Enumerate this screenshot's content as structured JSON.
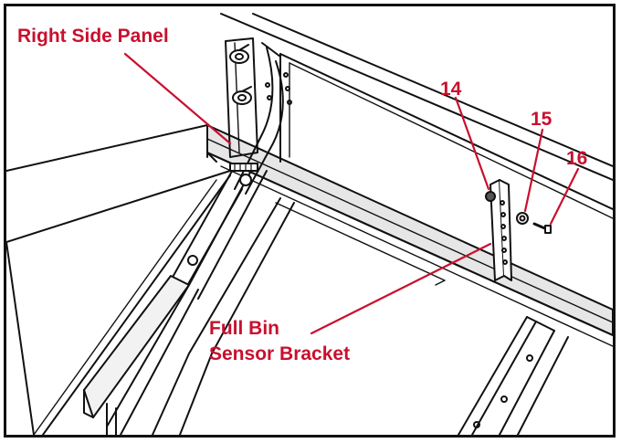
{
  "labels": {
    "right_side_panel": "Right Side Panel",
    "full_bin_line1": "Full Bin",
    "full_bin_line2": "Sensor Bracket",
    "part_14": "14",
    "part_15": "15",
    "part_16": "16"
  },
  "colors": {
    "callout": "#c8102e",
    "line_art": "#111111",
    "shade": "#e6e6e6"
  }
}
